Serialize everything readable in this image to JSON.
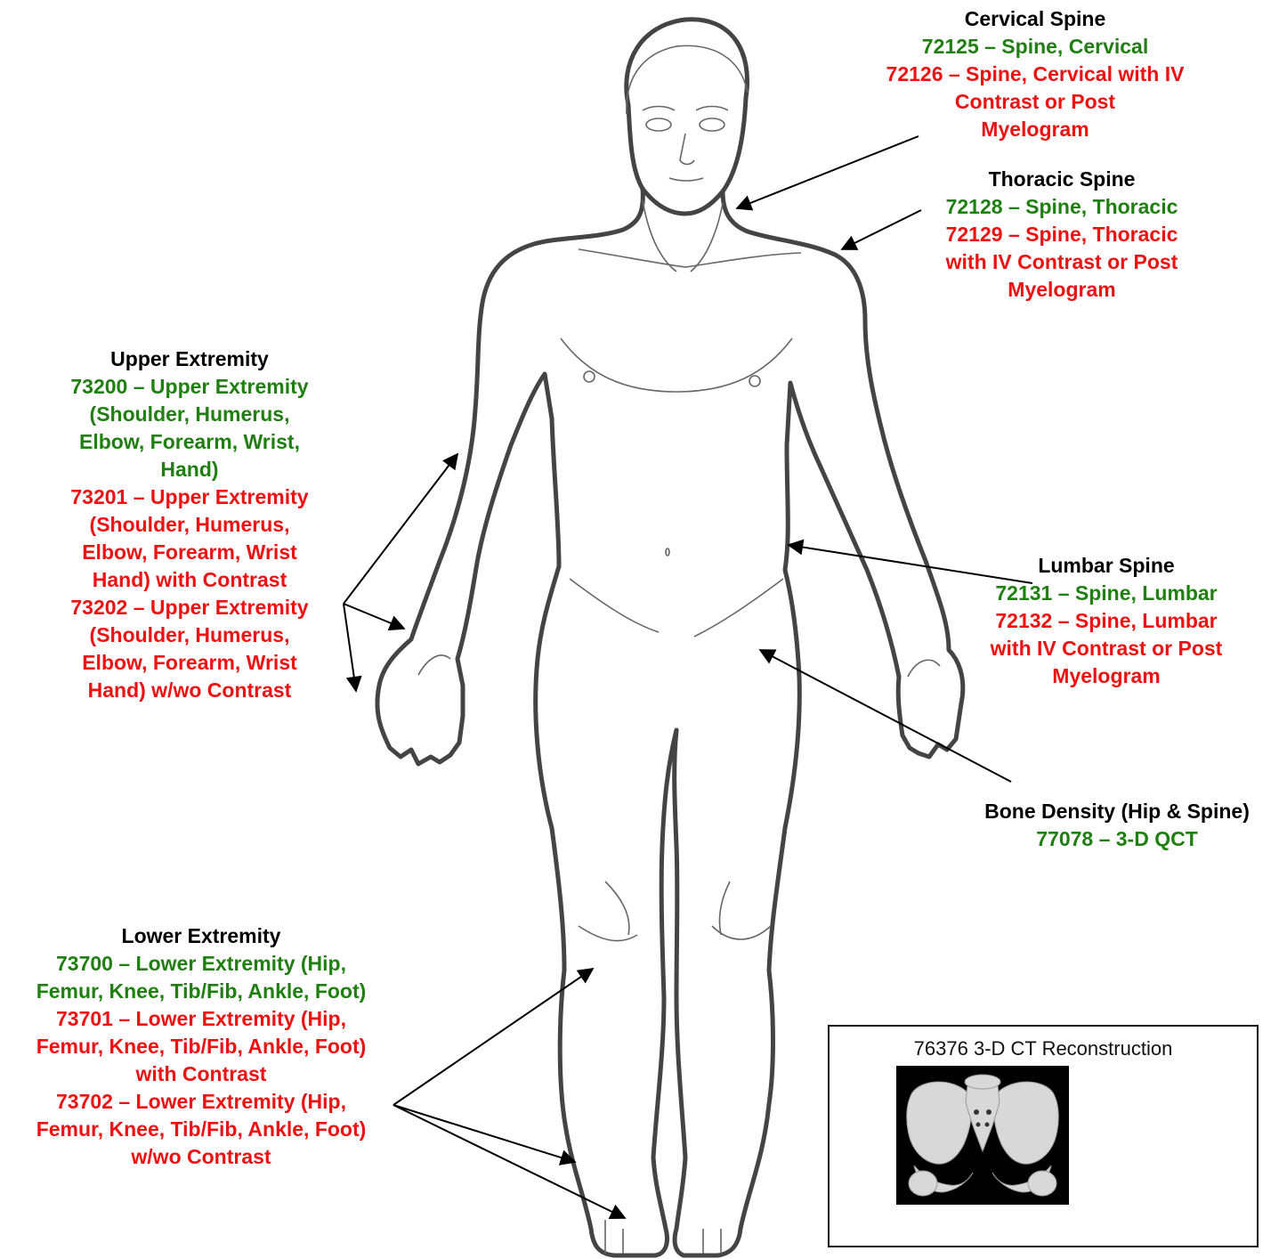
{
  "colors": {
    "heading": "#000000",
    "code_plain": "#1f7f10",
    "code_contrast": "#ee1111",
    "outline": "#444444"
  },
  "cervical": {
    "heading": "Cervical Spine",
    "lines": [
      {
        "text": "72125 – Spine, Cervical",
        "color": "green"
      },
      {
        "text": "72126 – Spine, Cervical with IV",
        "color": "red"
      },
      {
        "text": "Contrast or Post",
        "color": "red"
      },
      {
        "text": "Myelogram",
        "color": "red"
      }
    ]
  },
  "thoracic": {
    "heading": "Thoracic Spine",
    "lines": [
      {
        "text": "72128 – Spine, Thoracic",
        "color": "green"
      },
      {
        "text": "72129 – Spine, Thoracic",
        "color": "red"
      },
      {
        "text": "with IV Contrast or Post",
        "color": "red"
      },
      {
        "text": "Myelogram",
        "color": "red"
      }
    ]
  },
  "upper": {
    "heading": "Upper Extremity",
    "lines": [
      {
        "text": "73200 – Upper Extremity",
        "color": "green"
      },
      {
        "text": "(Shoulder, Humerus,",
        "color": "green"
      },
      {
        "text": "Elbow, Forearm, Wrist,",
        "color": "green"
      },
      {
        "text": "Hand)",
        "color": "green"
      },
      {
        "text": "73201 – Upper Extremity",
        "color": "red"
      },
      {
        "text": "(Shoulder, Humerus,",
        "color": "red"
      },
      {
        "text": "Elbow, Forearm, Wrist",
        "color": "red"
      },
      {
        "text": "Hand) with Contrast",
        "color": "red"
      },
      {
        "text": "73202 – Upper Extremity",
        "color": "red"
      },
      {
        "text": "(Shoulder, Humerus,",
        "color": "red"
      },
      {
        "text": "Elbow, Forearm, Wrist",
        "color": "red"
      },
      {
        "text": "Hand) w/wo Contrast",
        "color": "red"
      }
    ]
  },
  "lumbar": {
    "heading": "Lumbar Spine",
    "lines": [
      {
        "text": "72131 – Spine, Lumbar",
        "color": "green"
      },
      {
        "text": "72132 – Spine, Lumbar",
        "color": "red"
      },
      {
        "text": "with IV Contrast or Post",
        "color": "red"
      },
      {
        "text": "Myelogram",
        "color": "red"
      }
    ]
  },
  "bone_density": {
    "heading": "Bone Density (Hip & Spine)",
    "lines": [
      {
        "text": "77078 – 3-D QCT",
        "color": "green"
      }
    ]
  },
  "lower": {
    "heading": "Lower Extremity",
    "lines": [
      {
        "text": "73700 – Lower Extremity (Hip,",
        "color": "green"
      },
      {
        "text": "Femur, Knee, Tib/Fib, Ankle, Foot)",
        "color": "green"
      },
      {
        "text": "73701 – Lower Extremity (Hip,",
        "color": "red"
      },
      {
        "text": "Femur, Knee, Tib/Fib, Ankle, Foot)",
        "color": "red"
      },
      {
        "text": "with Contrast",
        "color": "red"
      },
      {
        "text": "73702 – Lower Extremity (Hip,",
        "color": "red"
      },
      {
        "text": "Femur, Knee, Tib/Fib, Ankle, Foot)",
        "color": "red"
      },
      {
        "text": "w/wo Contrast",
        "color": "red"
      }
    ]
  },
  "reconstruction": {
    "label": "76376 3-D CT Reconstruction"
  }
}
